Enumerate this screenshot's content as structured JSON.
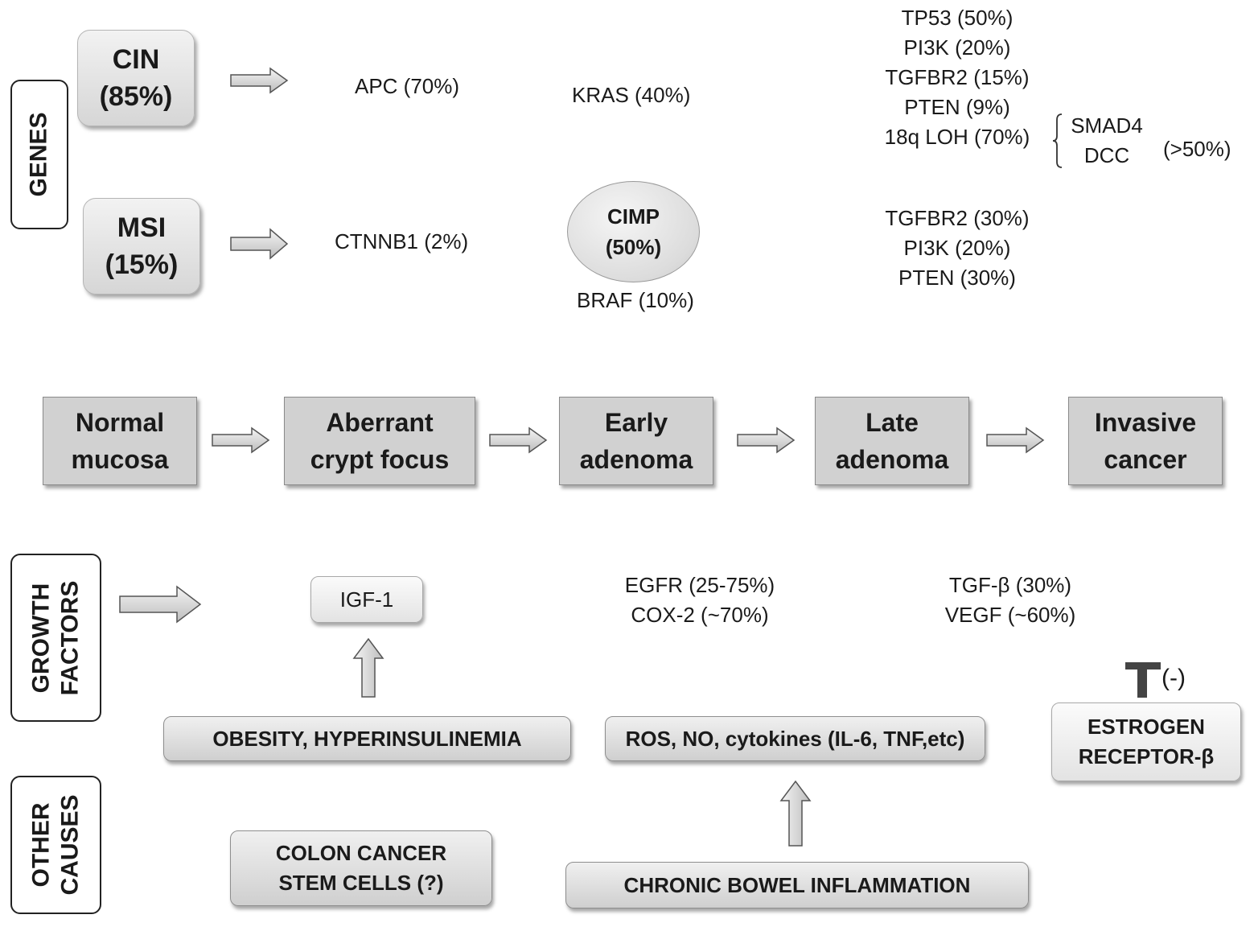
{
  "genes": {
    "section_label": "GENES",
    "cin": {
      "line1": "CIN",
      "line2": "(85%)"
    },
    "msi": {
      "line1": "MSI",
      "line2": "(15%)"
    },
    "apc": "APC (70%)",
    "kras": "KRAS (40%)",
    "ctnnb1": "CTNNB1 (2%)",
    "cimp": {
      "line1": "CIMP",
      "line2": "(50%)"
    },
    "braf": "BRAF (10%)",
    "late_cin": [
      "TP53 (50%)",
      "PI3K  (20%)",
      "TGFBR2 (15%)",
      "PTEN (9%)",
      "18q LOH (70%)"
    ],
    "loh_genes": [
      "SMAD4",
      "DCC"
    ],
    "loh_pct": "(>50%)",
    "late_msi": [
      "TGFBR2 (30%)",
      "PI3K (20%)",
      "PTEN (30%)"
    ]
  },
  "stages": [
    {
      "line1": "Normal",
      "line2": "mucosa"
    },
    {
      "line1": "Aberrant",
      "line2": "crypt focus"
    },
    {
      "line1": "Early",
      "line2": "adenoma"
    },
    {
      "line1": "Late",
      "line2": "adenoma"
    },
    {
      "line1": "Invasive",
      "line2": "cancer"
    }
  ],
  "growth": {
    "section_label": [
      "GROWTH",
      "FACTORS"
    ],
    "igf1": "IGF-1",
    "egfr": "EGFR (25-75%)",
    "cox2": "COX-2 (~70%)",
    "tgfb": "TGF-β (30%)",
    "vegf": "VEGF (~60%)",
    "inhibit": "(-)"
  },
  "causes": {
    "section_label": [
      "OTHER",
      "CAUSES"
    ],
    "obesity": "OBESITY, HYPERINSULINEMIA",
    "ros": "ROS, NO, cytokines (IL-6, TNF,etc)",
    "estrogen": [
      "ESTROGEN",
      "RECEPTOR-β"
    ],
    "stem": [
      "COLON CANCER",
      "STEM CELLS (?)"
    ],
    "inflammation": "CHRONIC  BOWEL INFLAMMATION"
  }
}
